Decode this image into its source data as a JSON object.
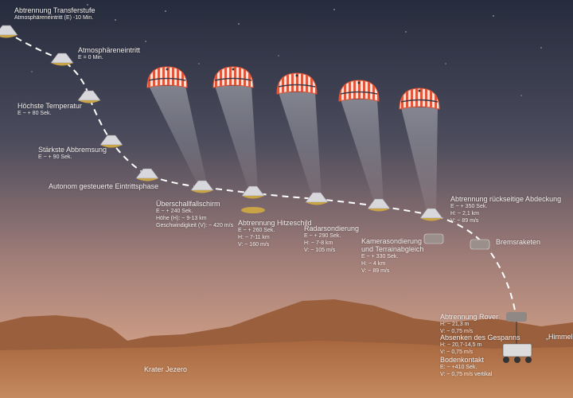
{
  "stages": [
    {
      "title": "Abtrennung Transferstufe",
      "lines": [
        "Atmosphäreneintritt (E) -10 Min."
      ]
    },
    {
      "title": "Atmosphäreneintritt",
      "lines": [
        "E = 0 Min."
      ]
    },
    {
      "title": "Höchste Temperatur",
      "lines": [
        "E ~ + 80 Sek."
      ]
    },
    {
      "title": "Stärkste Abbremsung",
      "lines": [
        "E ~ + 90 Sek."
      ]
    },
    {
      "title": "Autonom gesteuerte Eintrittsphase",
      "lines": []
    },
    {
      "title": "Überschallfallschirm",
      "lines": [
        "E ~ + 240 Sek.",
        "Höhe (H): ~ 9-13 km",
        "Geschwindigkeit (V): ~ 420 m/s"
      ]
    },
    {
      "title": "Abtrennung Hitzeschild",
      "lines": [
        "E ~ + 260 Sek.",
        "H: ~ 7-11 km",
        "V: ~ 160 m/s"
      ]
    },
    {
      "title": "Radarsondierung",
      "lines": [
        "E ~ + 290 Sek.",
        "H: ~ 7-8 km",
        "V: ~ 105 m/s"
      ]
    },
    {
      "title": "Kamerasondierung und Terrainabgleich",
      "lines": [
        "E ~ + 330 Sek.",
        "H: ~ 4 km",
        "V: ~ 89 m/s"
      ]
    },
    {
      "title": "Abtrennung rückseitige Abdeckung",
      "lines": [
        "E ~ + 350 Sek.",
        "H: ~ 2,1 km",
        "V: ~ 89 m/s"
      ]
    },
    {
      "title": "Bremsraketen",
      "lines": []
    },
    {
      "title": "Abtrennung Rover",
      "lines": [
        "H: ~ 21,3 m",
        "V: ~ 0,75 m/s"
      ]
    },
    {
      "title": "Absenken des Gespanns",
      "lines": [
        "H: ~ 20,7-14,5 m",
        "V: ~ 0,75 m/s"
      ]
    },
    {
      "title": "Bodenkontakt",
      "lines": [
        "E: ~ +410 Sek.",
        "V: ~ 0,75 m/s vertikal"
      ]
    }
  ],
  "places": {
    "crater": "Krater Jezero",
    "skycrane": "„Himmelskran“"
  },
  "colors": {
    "sky_top": "#262c3d",
    "sky_bottom": "#c49683",
    "ground": "#b4774f",
    "parachute_red": "#e0563a"
  }
}
